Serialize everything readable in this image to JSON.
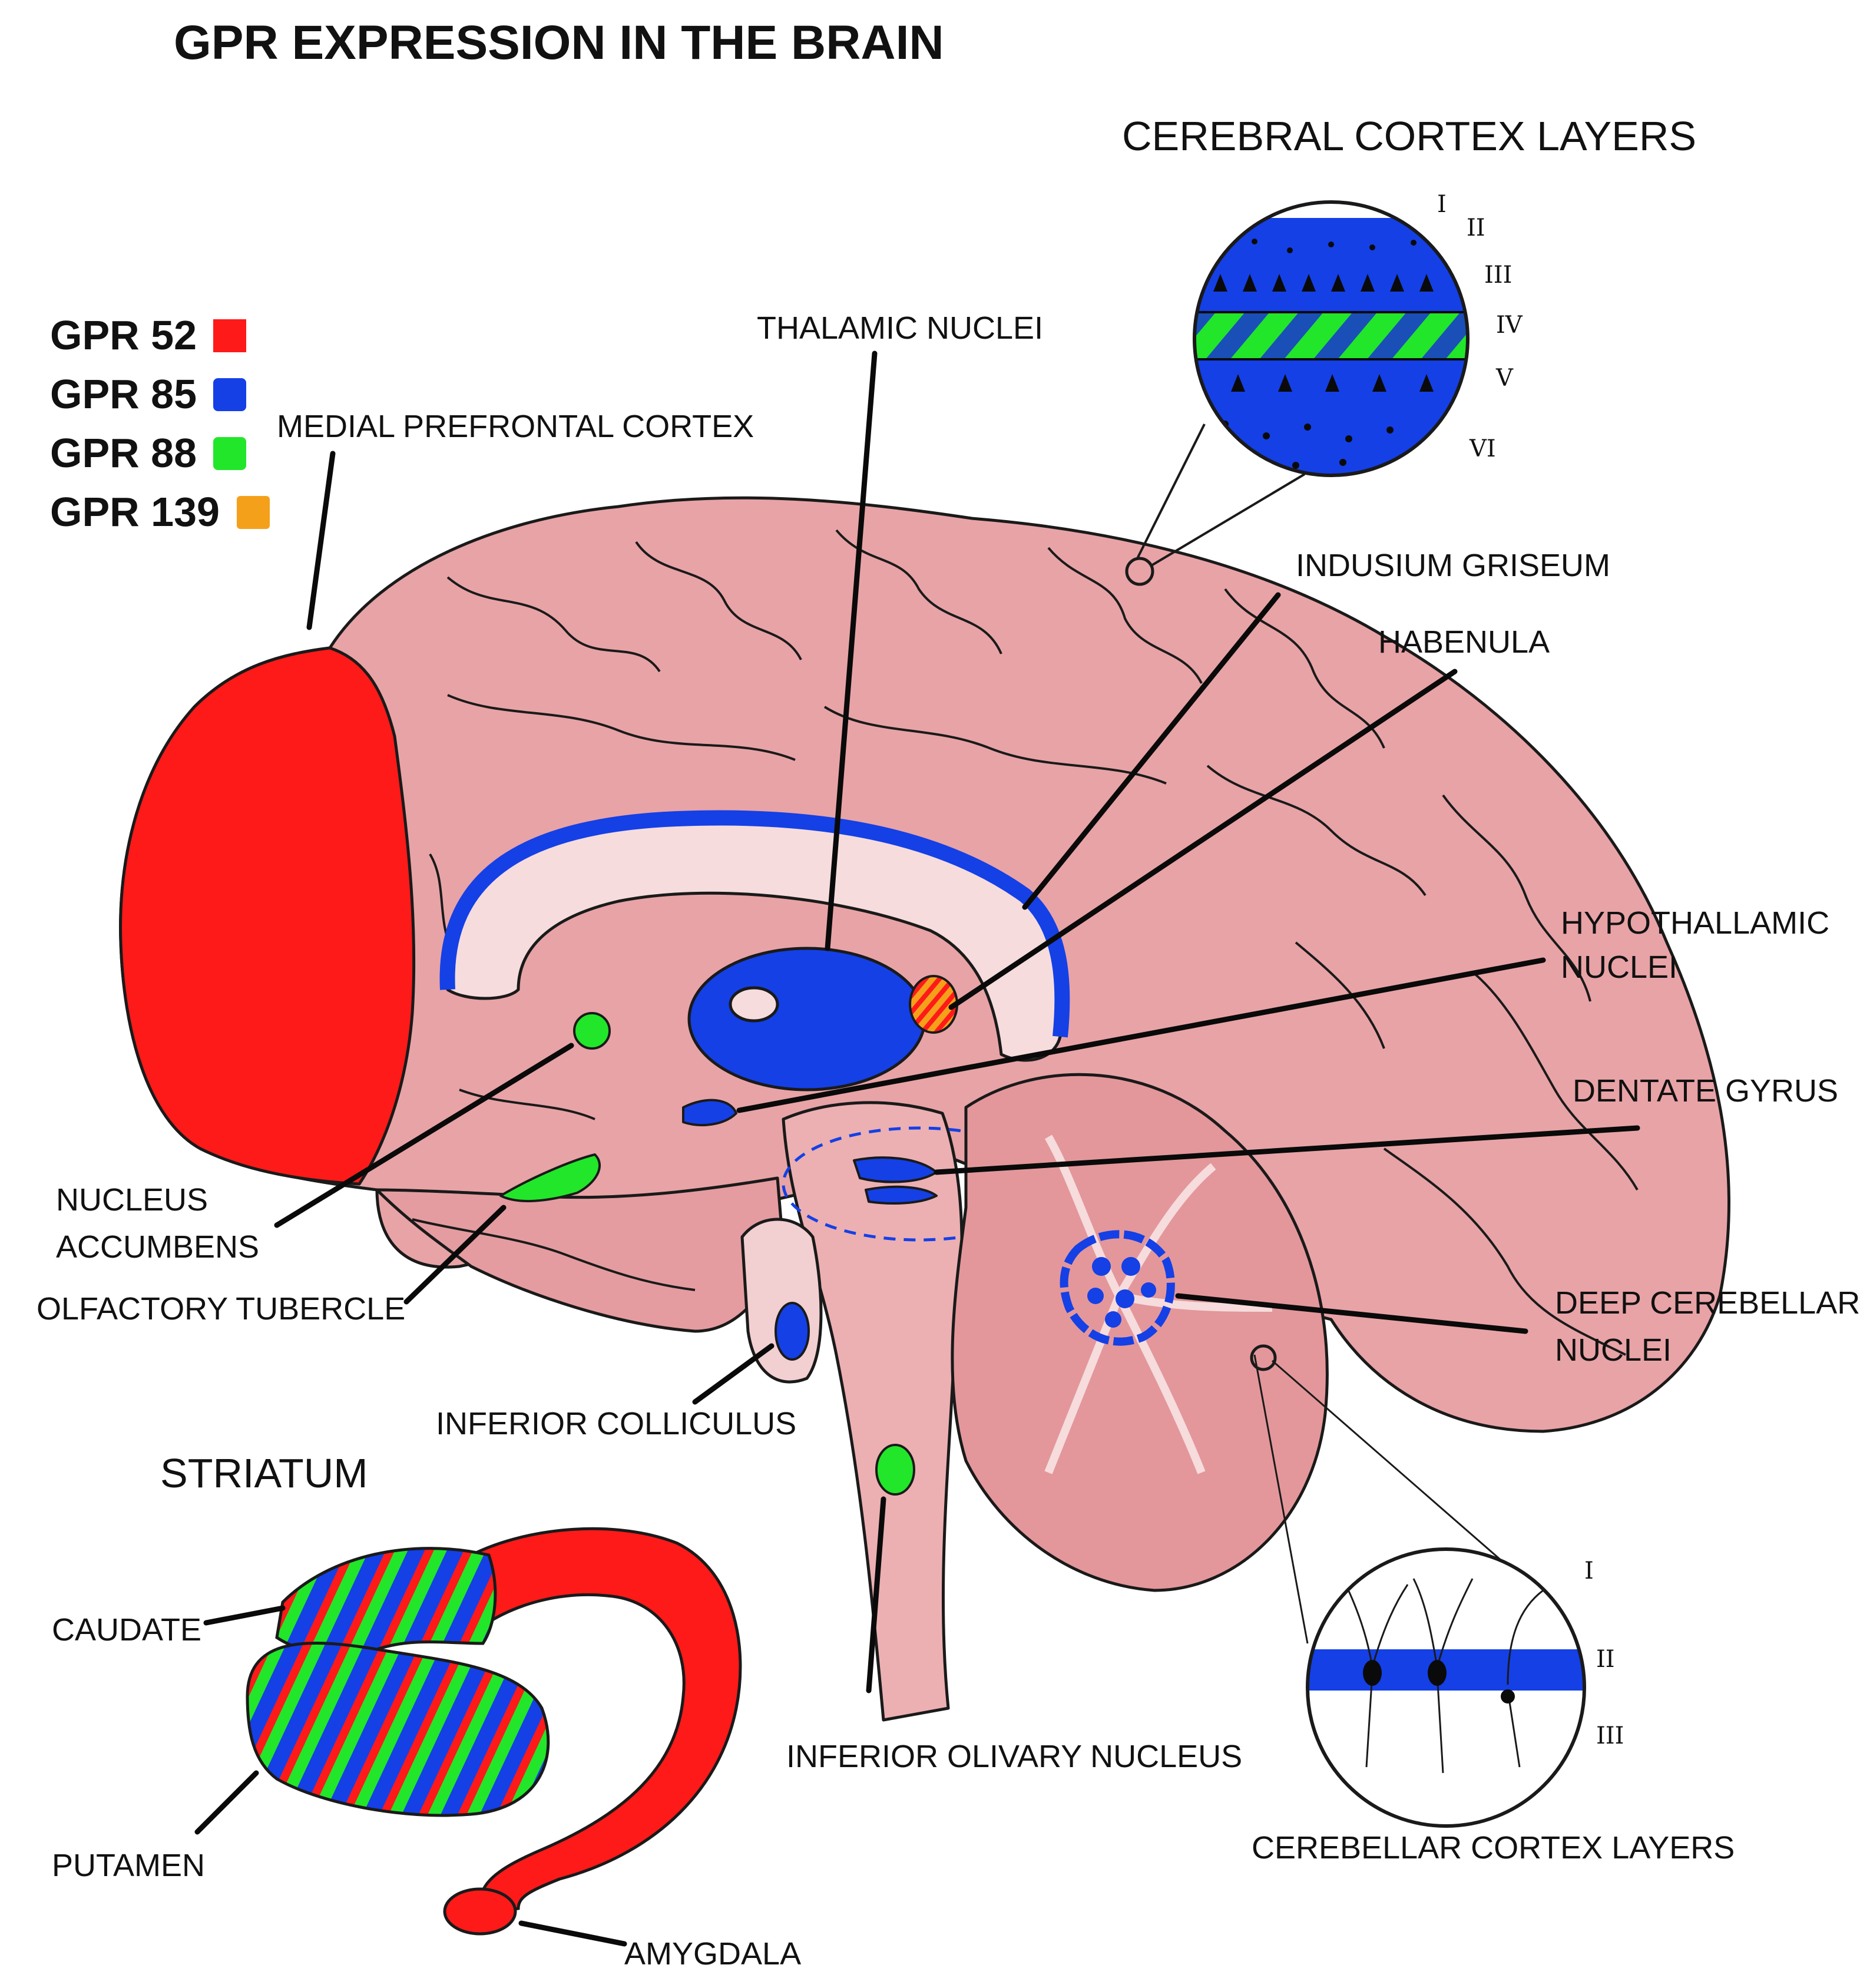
{
  "title": "GPR EXPRESSION IN THE BRAIN",
  "legend": [
    {
      "label": "GPR 52",
      "color": "#ff1a1a"
    },
    {
      "label": "GPR 85",
      "color": "#1440e6"
    },
    {
      "label": "GPR 88",
      "color": "#22e62a"
    },
    {
      "label": "GPR 139",
      "color": "#f5a01a"
    }
  ],
  "labels": {
    "cerebral_cortex_layers": "CEREBRAL CORTEX LAYERS",
    "thalamic_nuclei": "THALAMIC NUCLEI",
    "medial_prefrontal_cortex": "MEDIAL PREFRONTAL CORTEX",
    "indusium_griseum": "INDUSIUM GRISEUM",
    "habenula": "HABENULA",
    "hypothalamic_nuclei_1": "HYPOTHALLAMIC",
    "hypothalamic_nuclei_2": "NUCLEI",
    "dentate_gyrus": "DENTATE GYRUS",
    "nucleus_accumbens_1": "NUCLEUS",
    "nucleus_accumbens_2": "ACCUMBENS",
    "olfactory_tubercle": "OLFACTORY TUBERCLE",
    "deep_cerebellar_nuclei_1": "DEEP CEREBELLAR",
    "deep_cerebellar_nuclei_2": "NUCLEI",
    "inferior_colliculus": "INFERIOR COLLICULUS",
    "striatum": "STRIATUM",
    "caudate": "CAUDATE",
    "putamen": "PUTAMEN",
    "amygdala": "AMYGDALA",
    "inferior_olivary_nucleus": "INFERIOR OLIVARY NUCLEUS",
    "cerebellar_cortex_layers": "CEREBELLAR CORTEX LAYERS"
  },
  "cortex_layers": [
    "I",
    "II",
    "III",
    "IV",
    "V",
    "VI"
  ],
  "cerebellar_layers": [
    "I",
    "II",
    "III"
  ],
  "colors": {
    "brain": "#e8a3a6",
    "brain_dark": "#d98c90",
    "brain_light": "#f6dcdc",
    "outline": "#1a1a1a"
  }
}
